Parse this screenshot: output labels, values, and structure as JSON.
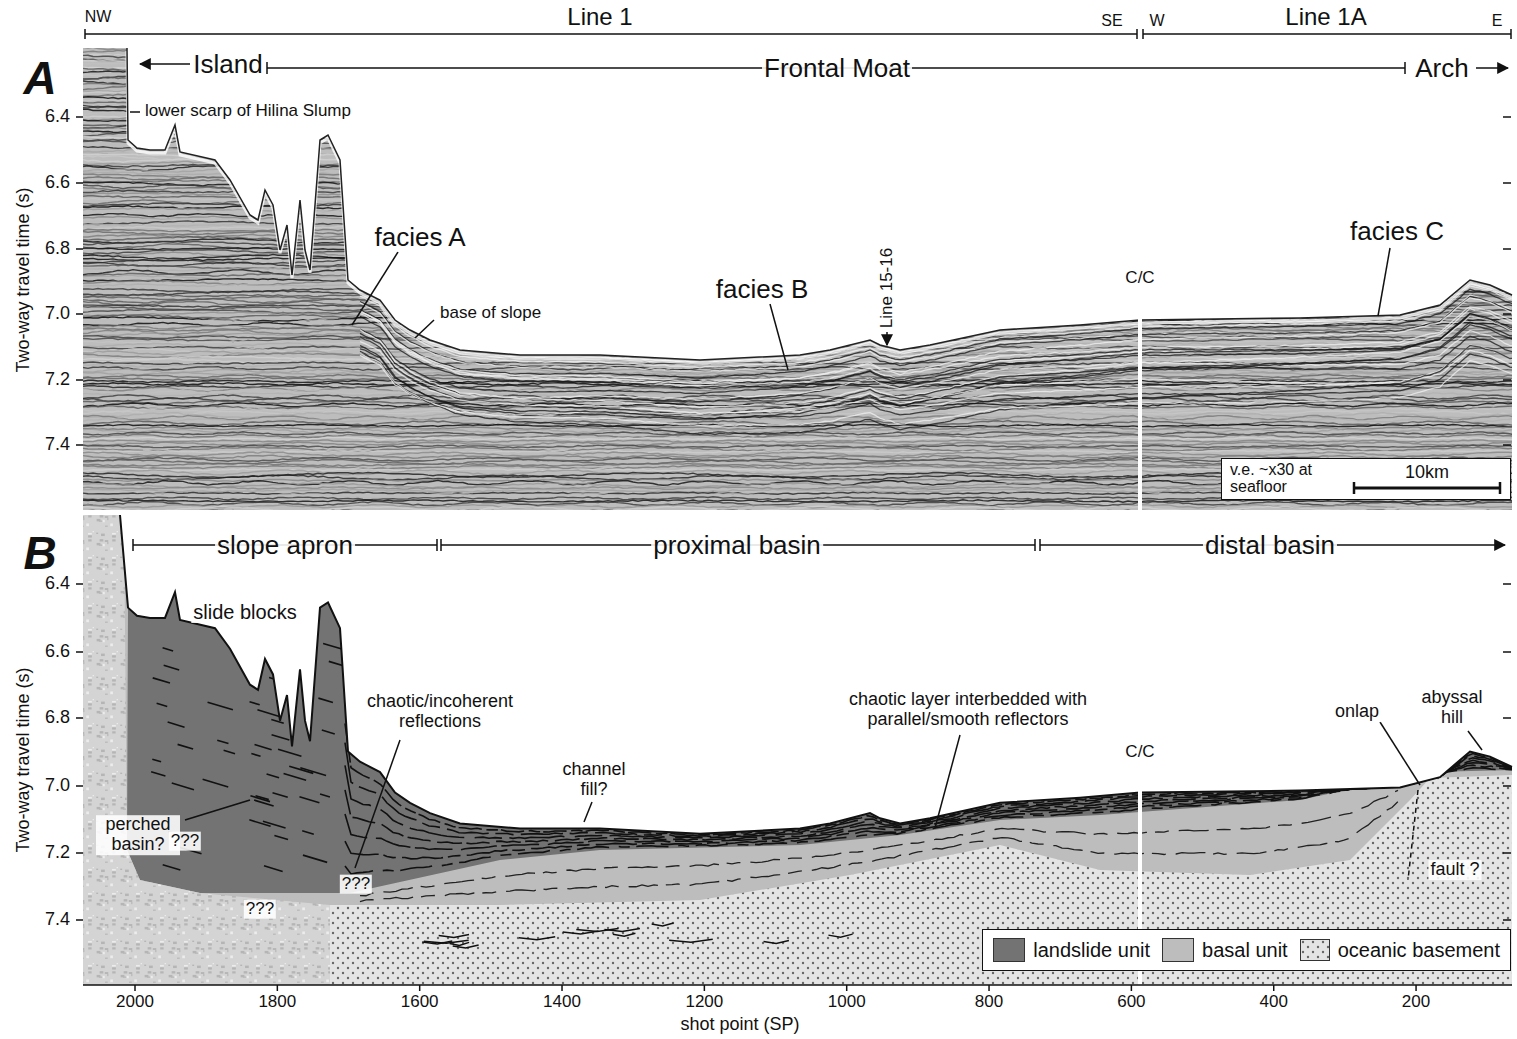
{
  "diagram": {
    "nodes": [
      {
        "text": [
          "v.e. ~x30 at seafloor",
          "10km"
        ]
      }
    ],
    "labels": [
      "NW",
      "Line 1",
      "SE",
      "W",
      "Line 1A",
      "E",
      "A",
      "Island",
      "Frontal Moat",
      "Arch",
      "6.4",
      "6.6",
      "6.8",
      "7.0",
      "7.2",
      "7.4",
      "Two-way travel time (s)",
      "lower scarp of Hilina Slump",
      "facies A",
      "base of slope",
      "facies B",
      "Line 15-16",
      "C/C",
      "facies C",
      "B",
      "slope apron",
      "proximal basin",
      "distal basin",
      "6.4",
      "6.6",
      "6.8",
      "7.0",
      "7.2",
      "7.4",
      "Two-way travel time (s)",
      "slide blocks",
      "perched basin?",
      "???",
      "???",
      "???",
      "chaotic/incoherent reflections",
      "channel fill?",
      "chaotic layer interbedded with parallel/smooth reflectors",
      "C/C",
      "onlap",
      "abyssal hill",
      "fault ?",
      "2000",
      "1800",
      "1600",
      "1400",
      "1200",
      "1000",
      "800",
      "600",
      "400",
      "200",
      "shot point (SP)"
    ],
    "legend": [
      {
        "text": "landslide unit",
        "color": "#737373"
      },
      {
        "text": "basal unit",
        "color": "#bdbdbd"
      },
      {
        "text": "oceanic basement"
      }
    ]
  }
}
